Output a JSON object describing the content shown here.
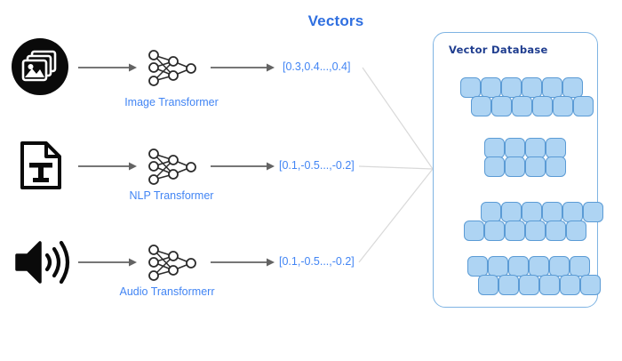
{
  "title": "Vectors",
  "pipelines": [
    {
      "source_icon": "image-stack-icon",
      "transformer_icon": "neural-network-icon",
      "transformer_label": "Image Transformer",
      "vector": "[0.3,0.4...,0.4]"
    },
    {
      "source_icon": "text-document-icon",
      "transformer_icon": "neural-network-icon",
      "transformer_label": "NLP Transformer",
      "vector": "[0.1,-0.5...,-0.2]"
    },
    {
      "source_icon": "audio-speaker-icon",
      "transformer_icon": "neural-network-icon",
      "transformer_label": "Audio Transformerr",
      "vector": "[0.1,-0.5...,-0.2]"
    }
  ],
  "database": {
    "title": "Vector Database",
    "block_groups": [
      {
        "rows": [
          {
            "count": 6,
            "offset": 0
          },
          {
            "count": 6,
            "offset": 12
          }
        ]
      },
      {
        "rows": [
          {
            "count": 4,
            "offset": 0
          },
          {
            "count": 4,
            "offset": 0
          }
        ]
      },
      {
        "rows": [
          {
            "count": 6,
            "offset": 12
          },
          {
            "count": 6,
            "offset": 0
          }
        ]
      },
      {
        "rows": [
          {
            "count": 6,
            "offset": 0
          },
          {
            "count": 6,
            "offset": 12
          }
        ]
      }
    ]
  },
  "colors": {
    "accent_blue": "#4285f4",
    "title_blue": "#2f6fe0",
    "block_fill": "#aed4f3",
    "block_border": "#5b9bd5",
    "panel_border": "#7fb4e3",
    "arrow_gray": "#636363",
    "line_gray": "#d9d9d9",
    "db_label": "#1f3d8f"
  }
}
